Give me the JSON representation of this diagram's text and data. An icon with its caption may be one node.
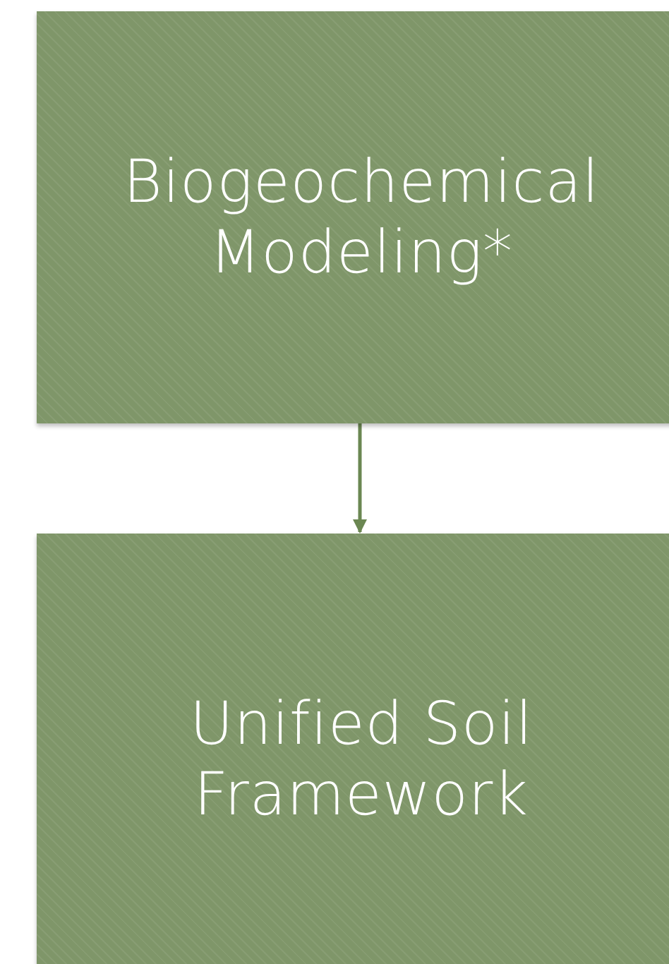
{
  "diagram": {
    "nodes": [
      {
        "text": [
          "Biogeochemical Modeling*"
        ]
      },
      {
        "text": [
          "Unified Soil Framework"
        ]
      }
    ],
    "edges": [
      {
        "from": 0,
        "to": 1,
        "arrow": "to"
      }
    ]
  }
}
